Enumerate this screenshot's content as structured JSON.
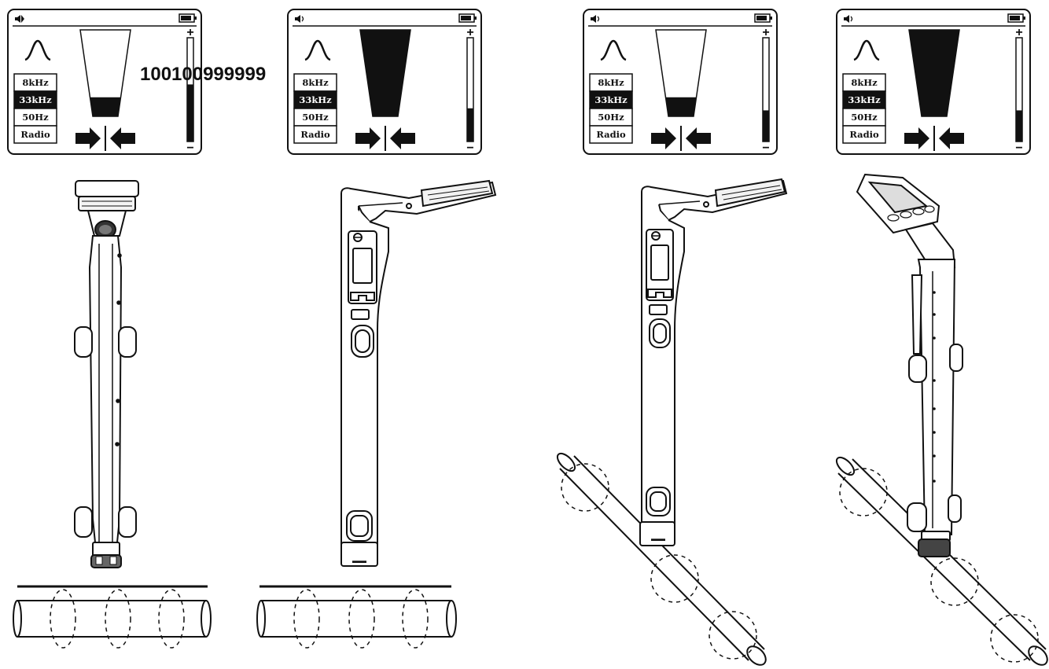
{
  "annotation": "100100999999",
  "colors": {
    "ink": "#111111",
    "paper": "#ffffff"
  },
  "screens": [
    {
      "id": "s1",
      "volume_icon": "speaker-muted-icon",
      "battery_icon": "battery-icon",
      "response_icon": "peak-response-icon",
      "frequencies": [
        "8kHz",
        "33kHz",
        "50Hz",
        "Radio"
      ],
      "selected": "33kHz",
      "signal_level": 0.22,
      "bar_level": 0.55,
      "plus": "+",
      "minus": "−",
      "guidance": "centered"
    },
    {
      "id": "s2",
      "volume_icon": "speaker-icon",
      "battery_icon": "battery-icon",
      "response_icon": "peak-response-icon",
      "frequencies": [
        "8kHz",
        "33kHz",
        "50Hz",
        "Radio"
      ],
      "selected": "33kHz",
      "signal_level": 1.0,
      "bar_level": 0.32,
      "plus": "+",
      "minus": "−",
      "guidance": "centered"
    },
    {
      "id": "s3",
      "volume_icon": "speaker-icon",
      "battery_icon": "battery-icon",
      "response_icon": "peak-response-icon",
      "frequencies": [
        "8kHz",
        "33kHz",
        "50Hz",
        "Radio"
      ],
      "selected": "33kHz",
      "signal_level": 0.22,
      "bar_level": 0.3,
      "plus": "+",
      "minus": "−",
      "guidance": "centered"
    },
    {
      "id": "s4",
      "volume_icon": "speaker-icon",
      "battery_icon": "battery-icon",
      "response_icon": "peak-response-icon",
      "frequencies": [
        "8kHz",
        "33kHz",
        "50Hz",
        "Radio"
      ],
      "selected": "33kHz",
      "signal_level": 1.0,
      "bar_level": 0.3,
      "plus": "+",
      "minus": "−",
      "guidance": "centered"
    }
  ],
  "scenes": [
    {
      "id": "d1",
      "locator": "front-view",
      "pipe": "horizontal",
      "ground_line": true
    },
    {
      "id": "d2",
      "locator": "side-view",
      "pipe": "horizontal",
      "ground_line": true
    },
    {
      "id": "d3",
      "locator": "side-view",
      "pipe": "diagonal",
      "ground_line": false
    },
    {
      "id": "d4",
      "locator": "perspective-view",
      "pipe": "diagonal",
      "ground_line": false
    }
  ]
}
